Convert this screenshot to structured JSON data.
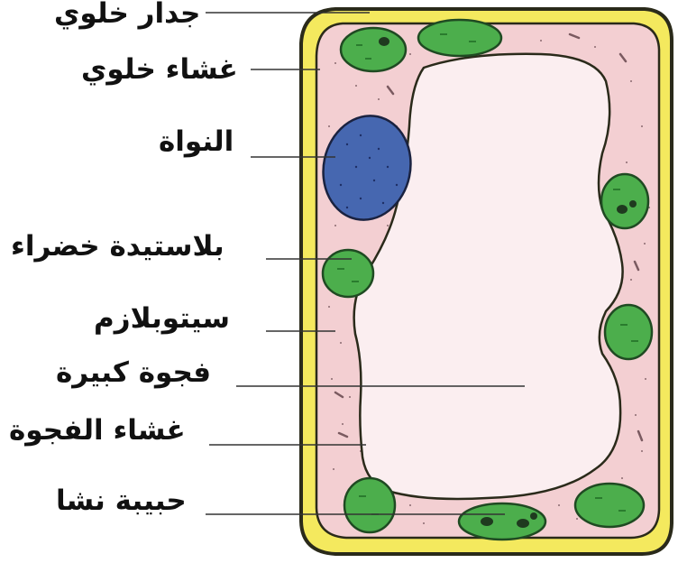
{
  "diagram": {
    "labels": {
      "cell_wall": "جدار خلوي",
      "cell_membrane": "غشاء خلوي",
      "nucleus": "النواة",
      "chloroplast": "بلاستيدة خضراء",
      "cytoplasm": "سيتوبلازم",
      "vacuole": "فجوة كبيرة",
      "vacuole_membrane": "غشاء الفجوة",
      "starch_grain": "حبيبة نشا"
    },
    "colors": {
      "cell_wall": "#f4e95e",
      "cell_wall_outline": "#2a2a1a",
      "cytoplasm": "#f3cfd2",
      "vacuole": "#fbeef0",
      "nucleus": "#4667b0",
      "chloroplast": "#4cae4c",
      "chloroplast_dark": "#1f6b25",
      "leader_line": "#333333"
    }
  }
}
